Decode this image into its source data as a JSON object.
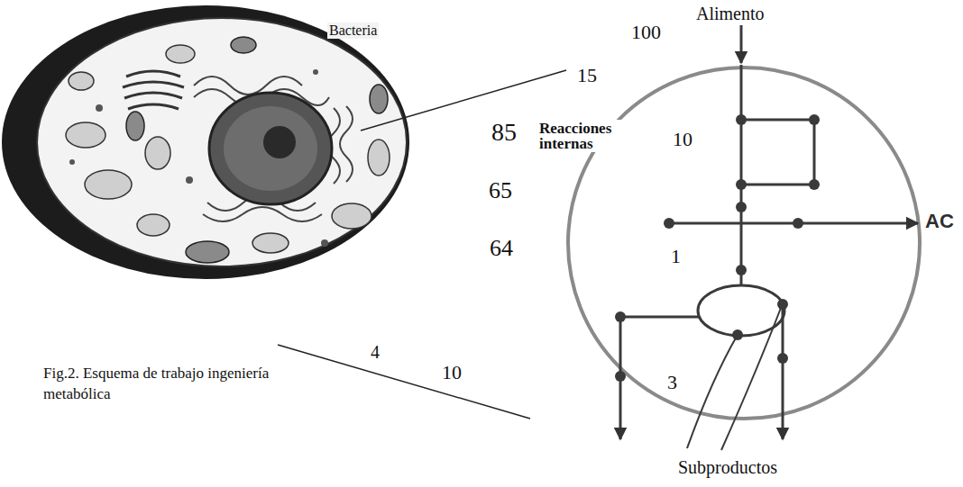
{
  "diagram": {
    "caption": "Fig.2. Esquema de trabajo ingeniería metabólica",
    "nodes": [
      {
        "text": [
          "Bacteria"
        ]
      },
      {
        "text": [
          "10",
          "1",
          "3"
        ]
      }
    ],
    "labels": [
      "Alimento",
      "100",
      "15",
      "85",
      "Reacciones internas",
      "65",
      "64",
      "AC",
      "4",
      "10",
      "Subproductos"
    ]
  }
}
